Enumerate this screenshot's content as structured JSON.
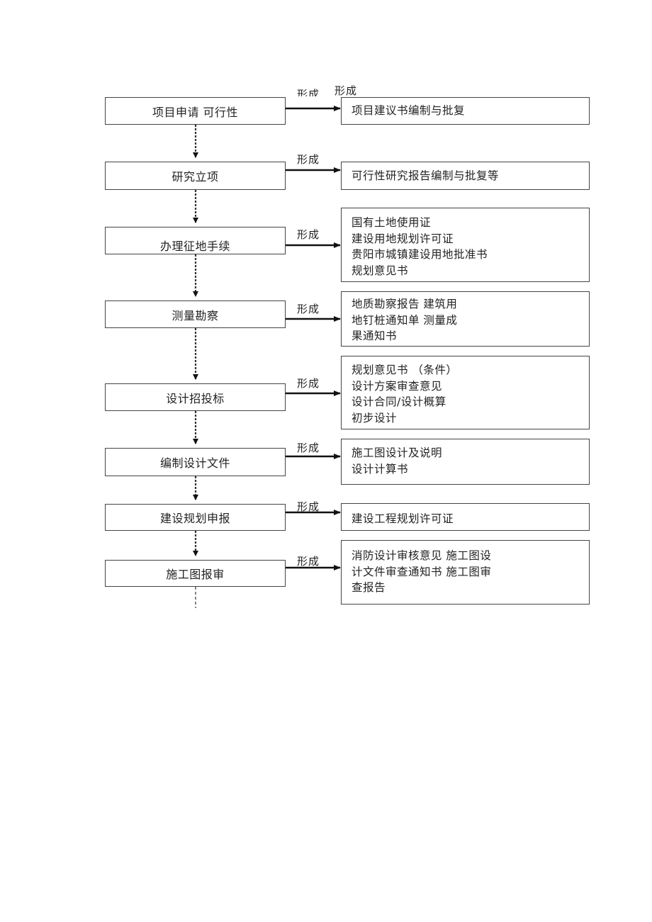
{
  "header": {
    "title": "形成"
  },
  "steps": [
    {
      "label": "项目申请 可行性"
    },
    {
      "label": "研究立项"
    },
    {
      "label": "办理征地手续"
    },
    {
      "label": "测量勘察"
    },
    {
      "label": "设计招投标"
    },
    {
      "label": "编制设计文件"
    },
    {
      "label": "建设规划申报"
    },
    {
      "label": "施工图报审"
    }
  ],
  "arrow_labels": [
    {
      "label": "形成"
    },
    {
      "label": "形成"
    },
    {
      "label": "形成"
    },
    {
      "label": "形成"
    },
    {
      "label": "形成"
    },
    {
      "label": "形成"
    },
    {
      "label": "形成"
    },
    {
      "label": "形成"
    }
  ],
  "results": [
    {
      "lines": [
        "项目建议书编制与批复"
      ]
    },
    {
      "lines": [
        "可行性研究报告编制与批复等"
      ]
    },
    {
      "lines": [
        "国有土地使用证",
        "建设用地规划许可证",
        "贵阳市城镇建设用地批准书",
        "规划意见书"
      ]
    },
    {
      "lines": [
        "地质勘察报告 建筑用",
        "地钉桩通知单 测量成",
        "果通知书"
      ]
    },
    {
      "lines": [
        "规划意见书 （条件）",
        "设计方案审查意见",
        "设计合同/设计概算",
        "初步设计"
      ]
    },
    {
      "lines": [
        "施工图设计及说明",
        "设计计算书"
      ]
    },
    {
      "lines": [
        "建设工程规划许可证"
      ]
    },
    {
      "lines": [
        "消防设计审核意见 施工图设",
        "计文件审查通知书 施工图审",
        "查报告"
      ]
    }
  ]
}
